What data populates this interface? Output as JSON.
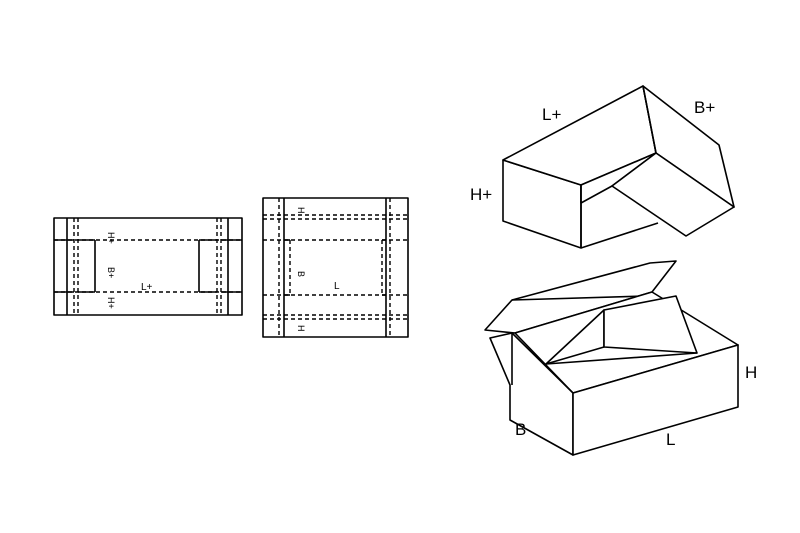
{
  "diagram": {
    "blank_lid": {
      "h_top": "H+",
      "b": "B+",
      "l": "L+",
      "h_bottom": "H+"
    },
    "blank_base": {
      "h_top": "H",
      "b": "B",
      "l": "L",
      "h_bottom": "H"
    },
    "lid_3d": {
      "l": "L+",
      "b": "B+",
      "h": "H+"
    },
    "base_3d": {
      "h": "H",
      "b": "B",
      "l": "L"
    }
  },
  "colors": {
    "line": "#000000",
    "background": "#ffffff"
  }
}
